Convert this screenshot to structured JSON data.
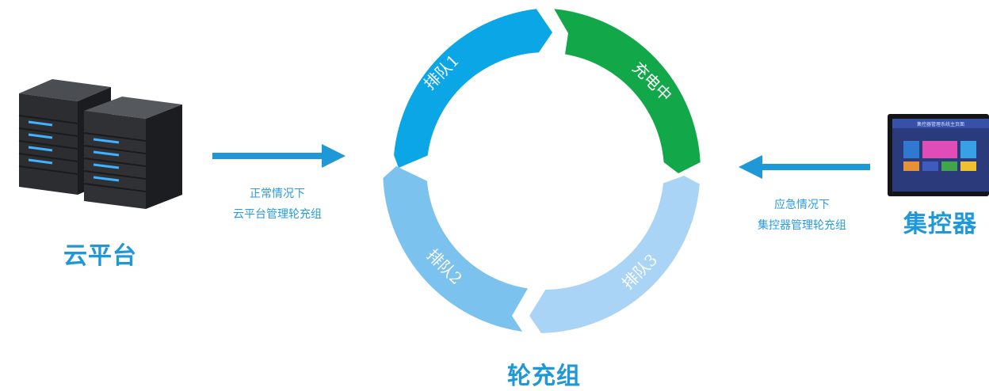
{
  "left": {
    "title": "云平台",
    "caption_line1": "正常情况下",
    "caption_line2": "云平台管理轮充组"
  },
  "right": {
    "title": "集控器",
    "caption_line1": "应急情况下",
    "caption_line2": "集控器管理轮充组",
    "screen_title": "集控器管理系统主页面"
  },
  "cycle": {
    "title": "轮充组",
    "segments": [
      {
        "label": "排队1",
        "color": "#0aa6e6"
      },
      {
        "label": "充电中",
        "color": "#12a84a"
      },
      {
        "label": "排队3",
        "color": "#a9d4f5"
      },
      {
        "label": "排队2",
        "color": "#7cc2ef"
      }
    ]
  },
  "colors": {
    "arrow": "#1f98d8",
    "label": "#1f98d8"
  }
}
